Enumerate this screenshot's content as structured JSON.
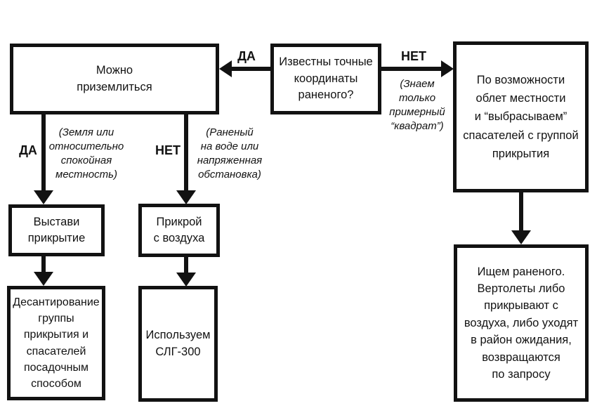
{
  "flowchart": {
    "ink_color": "#121212",
    "background_color": "#ffffff",
    "decision_box": "Известны точные\nкоординаты\nраненого?",
    "top_yes_label": "ДА",
    "top_no_label": "НЕТ",
    "top_no_note": "(Знаем\nтолько\nпримерный\n“квадрат”)",
    "can_land_box": "Можно\nприземлиться",
    "left_yes_label": "ДА",
    "left_yes_note": "(Земля или\nотносительно\nспокойная\nместность)",
    "left_no_label": "НЕТ",
    "left_no_note": "(Раненый\nна воде или\nнапряженная\nобстановка)",
    "set_cover_box": "Выстави\nприкрытие",
    "cover_from_air_box": "Прикрой\nс воздуха",
    "landing_box": "Десантирование\nгруппы\nприкрытия и\nспасателей\nпосадочным\nспособом",
    "slg_box": "Используем\nСЛГ-300",
    "flyover_box": "По возможности\nоблет местности\nи “выбрасываем”\nспасателей с группой\nприкрытия",
    "search_box": "Ищем раненого.\nВертолеты либо\nприкрывают с\nвоздуха, либо уходят\nв район ожидания,\nвозвращаются\nпо запросу"
  }
}
